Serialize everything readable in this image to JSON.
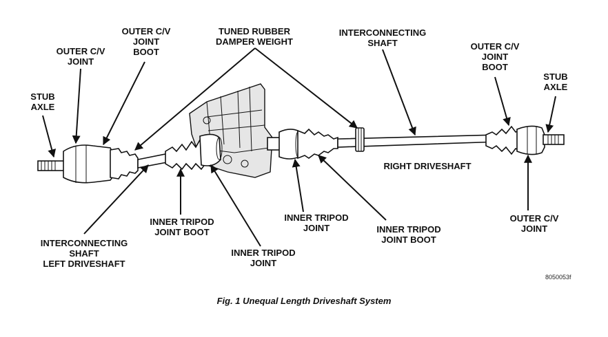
{
  "labels": {
    "stub_axle_left": [
      "STUB",
      "AXLE"
    ],
    "outer_cv_joint_left": [
      "OUTER C/V",
      "JOINT"
    ],
    "outer_cv_boot_left": [
      "OUTER C/V",
      "JOINT",
      "BOOT"
    ],
    "damper_weight": [
      "TUNED RUBBER",
      "DAMPER WEIGHT"
    ],
    "interconnecting_shaft_right": [
      "INTERCONNECTING",
      "SHAFT"
    ],
    "outer_cv_boot_right": [
      "OUTER C/V",
      "JOINT",
      "BOOT"
    ],
    "stub_axle_right": [
      "STUB",
      "AXLE"
    ],
    "right_driveshaft": [
      "RIGHT DRIVESHAFT"
    ],
    "inner_tripod_boot_left": [
      "INNER TRIPOD",
      "JOINT BOOT"
    ],
    "interconnecting_shaft_left": [
      "INTERCONNECTING",
      "SHAFT",
      "LEFT DRIVESHAFT"
    ],
    "inner_tripod_joint_left": [
      "INNER TRIPOD",
      "JOINT"
    ],
    "inner_tripod_joint_right": [
      "INNER TRIPOD",
      "JOINT"
    ],
    "inner_tripod_boot_right": [
      "INNER TRIPOD",
      "JOINT BOOT"
    ],
    "outer_cv_joint_right": [
      "OUTER C/V",
      "JOINT"
    ]
  },
  "figure_code": "8050053f",
  "caption": "Fig. 1 Unequal Length Driveshaft System"
}
